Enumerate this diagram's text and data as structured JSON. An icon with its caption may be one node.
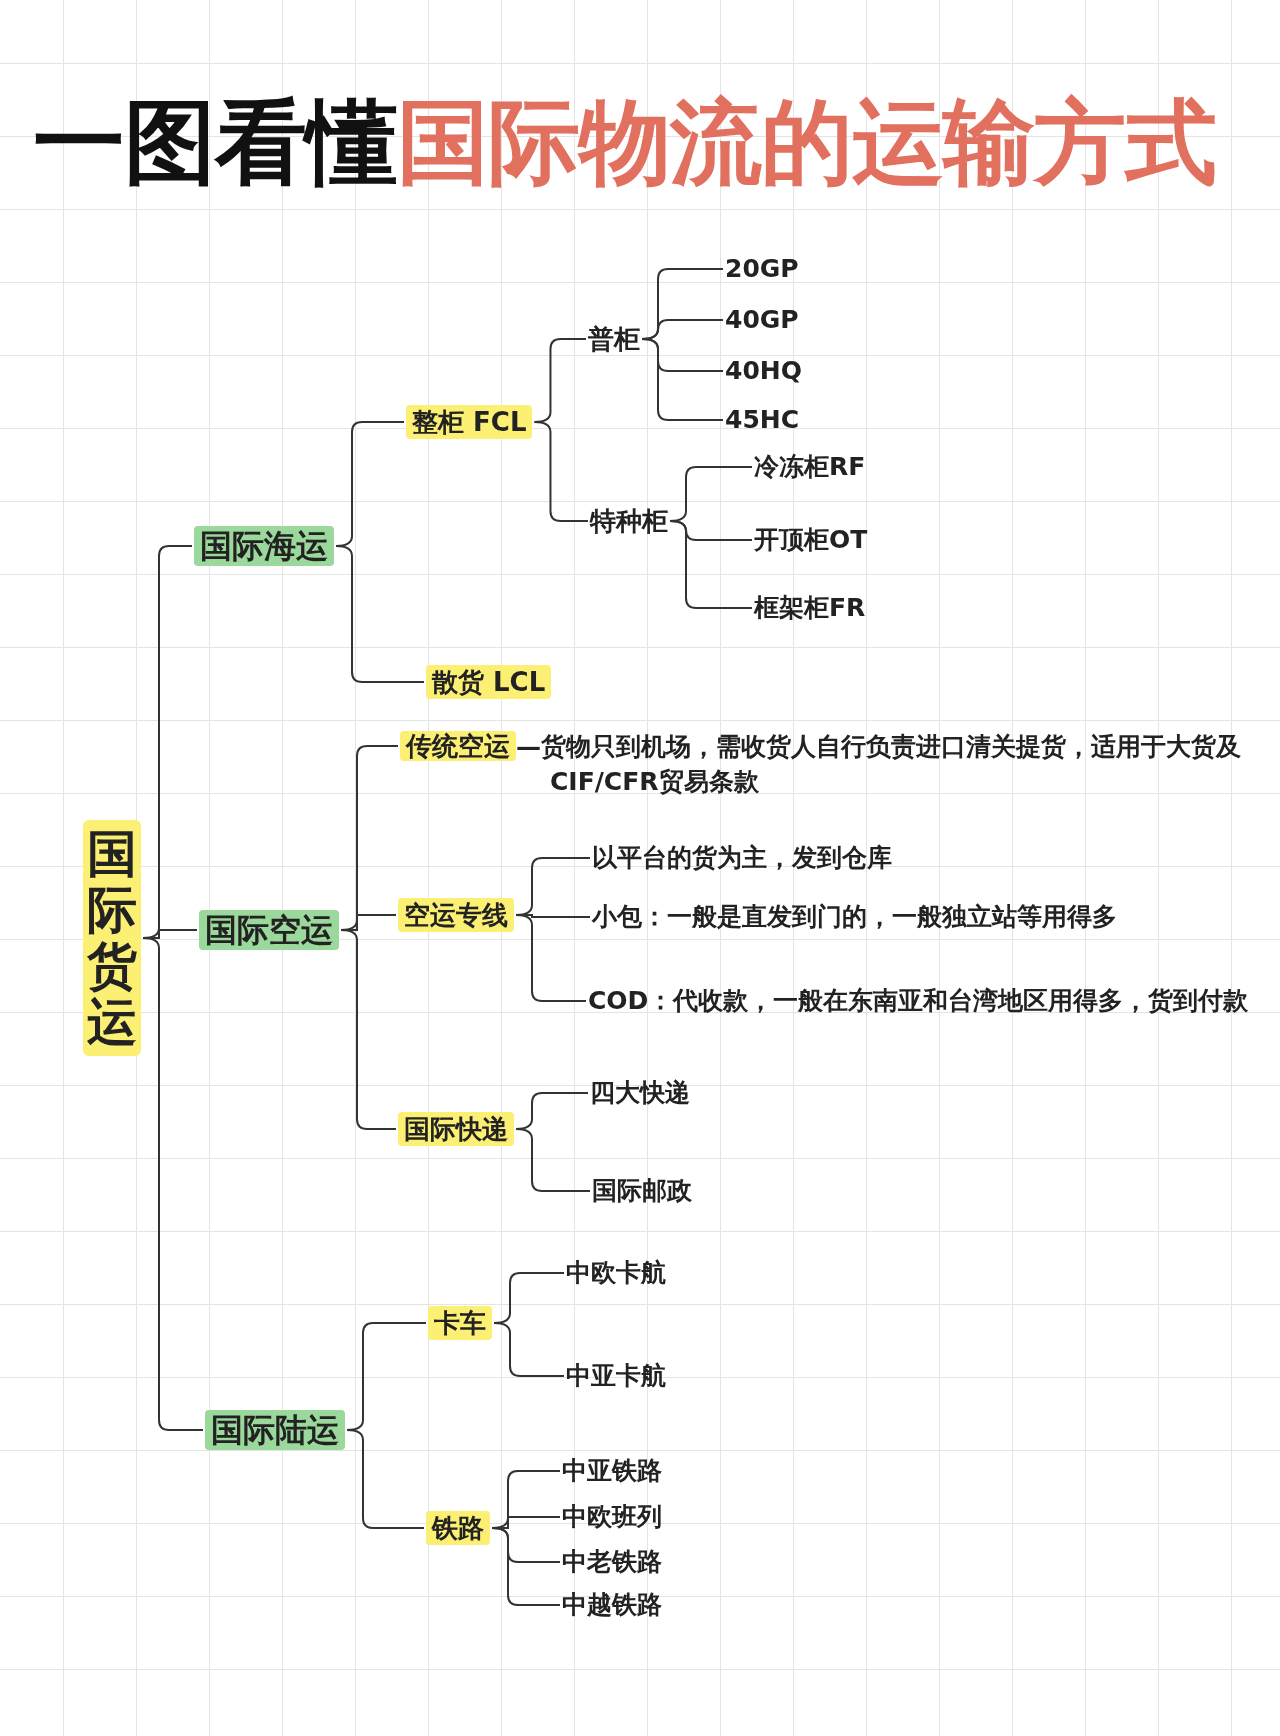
{
  "diagram": {
    "title": "一图看懂国际物流的运输方式",
    "nodes": [
      {
        "text": [
          "国际货运"
        ]
      },
      {
        "text": [
          "国际海运"
        ]
      },
      {
        "text": [
          "整柜 FCL"
        ]
      },
      {
        "text": [
          "普柜"
        ]
      },
      {
        "text": [
          "20GP"
        ]
      },
      {
        "text": [
          "40GP"
        ]
      },
      {
        "text": [
          "40HQ"
        ]
      },
      {
        "text": [
          "45HC"
        ]
      },
      {
        "text": [
          "特种柜"
        ]
      },
      {
        "text": [
          "冷冻柜RF"
        ]
      },
      {
        "text": [
          "开顶柜OT"
        ]
      },
      {
        "text": [
          "框架柜FR"
        ]
      },
      {
        "text": [
          "散货 LCL"
        ]
      },
      {
        "text": [
          "国际空运"
        ]
      },
      {
        "text": [
          "传统空运",
          "—货物只到机场，需收货人自行负责进口清关提货，适用于大货及CIF/CFR贸易条款"
        ]
      },
      {
        "text": [
          "空运专线"
        ]
      },
      {
        "text": [
          "以平台的货为主，发到仓库"
        ]
      },
      {
        "text": [
          "小包：一般是直发到门的，一般独立站等用得多"
        ]
      },
      {
        "text": [
          "COD：代收款，一般在东南亚和台湾地区用得多，货到付款"
        ]
      },
      {
        "text": [
          "国际快递"
        ]
      },
      {
        "text": [
          "四大快递"
        ]
      },
      {
        "text": [
          "国际邮政"
        ]
      },
      {
        "text": [
          "国际陆运"
        ]
      },
      {
        "text": [
          "卡车"
        ]
      },
      {
        "text": [
          "中欧卡航"
        ]
      },
      {
        "text": [
          "中亚卡航"
        ]
      },
      {
        "text": [
          "铁路"
        ]
      },
      {
        "text": [
          "中亚铁路"
        ]
      },
      {
        "text": [
          "中欧班列"
        ]
      },
      {
        "text": [
          "中老铁路"
        ]
      },
      {
        "text": [
          "中越铁路"
        ]
      }
    ],
    "edges": [
      {
        "from": 0,
        "to": 1,
        "arrow": "none"
      },
      {
        "from": 0,
        "to": 13,
        "arrow": "none"
      },
      {
        "from": 0,
        "to": 22,
        "arrow": "none"
      },
      {
        "from": 1,
        "to": 2,
        "arrow": "none"
      },
      {
        "from": 1,
        "to": 12,
        "arrow": "none"
      },
      {
        "from": 2,
        "to": 3,
        "arrow": "none"
      },
      {
        "from": 2,
        "to": 8,
        "arrow": "none"
      },
      {
        "from": 3,
        "to": 4,
        "arrow": "none"
      },
      {
        "from": 3,
        "to": 5,
        "arrow": "none"
      },
      {
        "from": 3,
        "to": 6,
        "arrow": "none"
      },
      {
        "from": 3,
        "to": 7,
        "arrow": "none"
      },
      {
        "from": 8,
        "to": 9,
        "arrow": "none"
      },
      {
        "from": 8,
        "to": 10,
        "arrow": "none"
      },
      {
        "from": 8,
        "to": 11,
        "arrow": "none"
      },
      {
        "from": 13,
        "to": 14,
        "arrow": "none"
      },
      {
        "from": 13,
        "to": 15,
        "arrow": "none"
      },
      {
        "from": 13,
        "to": 19,
        "arrow": "none"
      },
      {
        "from": 15,
        "to": 16,
        "arrow": "none"
      },
      {
        "from": 15,
        "to": 17,
        "arrow": "none"
      },
      {
        "from": 15,
        "to": 18,
        "arrow": "none"
      },
      {
        "from": 19,
        "to": 20,
        "arrow": "none"
      },
      {
        "from": 19,
        "to": 21,
        "arrow": "none"
      },
      {
        "from": 22,
        "to": 23,
        "arrow": "none"
      },
      {
        "from": 22,
        "to": 26,
        "arrow": "none"
      },
      {
        "from": 23,
        "to": 24,
        "arrow": "none"
      },
      {
        "from": 23,
        "to": 25,
        "arrow": "none"
      },
      {
        "from": 26,
        "to": 27,
        "arrow": "none"
      },
      {
        "from": 26,
        "to": 28,
        "arrow": "none"
      },
      {
        "from": 26,
        "to": 29,
        "arrow": "none"
      },
      {
        "from": 26,
        "to": 30,
        "arrow": "none"
      }
    ]
  }
}
